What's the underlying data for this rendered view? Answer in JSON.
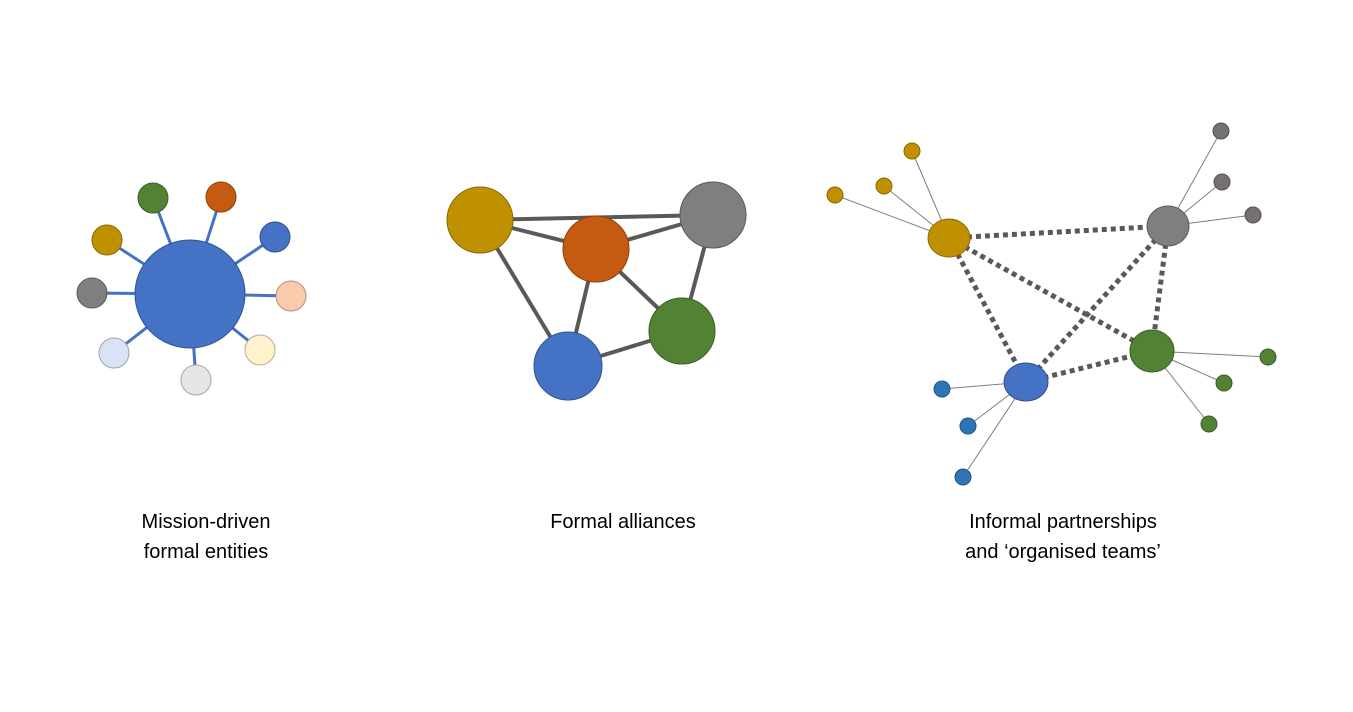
{
  "colors": {
    "blue": "#4472C4",
    "blue_dark": "#2E75B6",
    "orange": "#C55A11",
    "gold": "#BF9000",
    "green": "#548235",
    "gray": "#7F7F7F",
    "gray_dark": "#767171",
    "light_orange": "#F8CBAD",
    "light_blue": "#DAE3F3",
    "light_gold": "#FFF2CC",
    "light_gray": "#E7E6E6",
    "edge_dark": "#595959",
    "edge_thin": "#7F7F7F"
  },
  "diagrams": {
    "mission_driven": {
      "caption": [
        "Mission-driven",
        "formal entities"
      ]
    },
    "formal_alliances": {
      "caption": [
        "Formal alliances"
      ]
    },
    "informal_partnerships": {
      "caption": [
        "Informal partnerships",
        "and ‘organised teams’"
      ]
    }
  }
}
